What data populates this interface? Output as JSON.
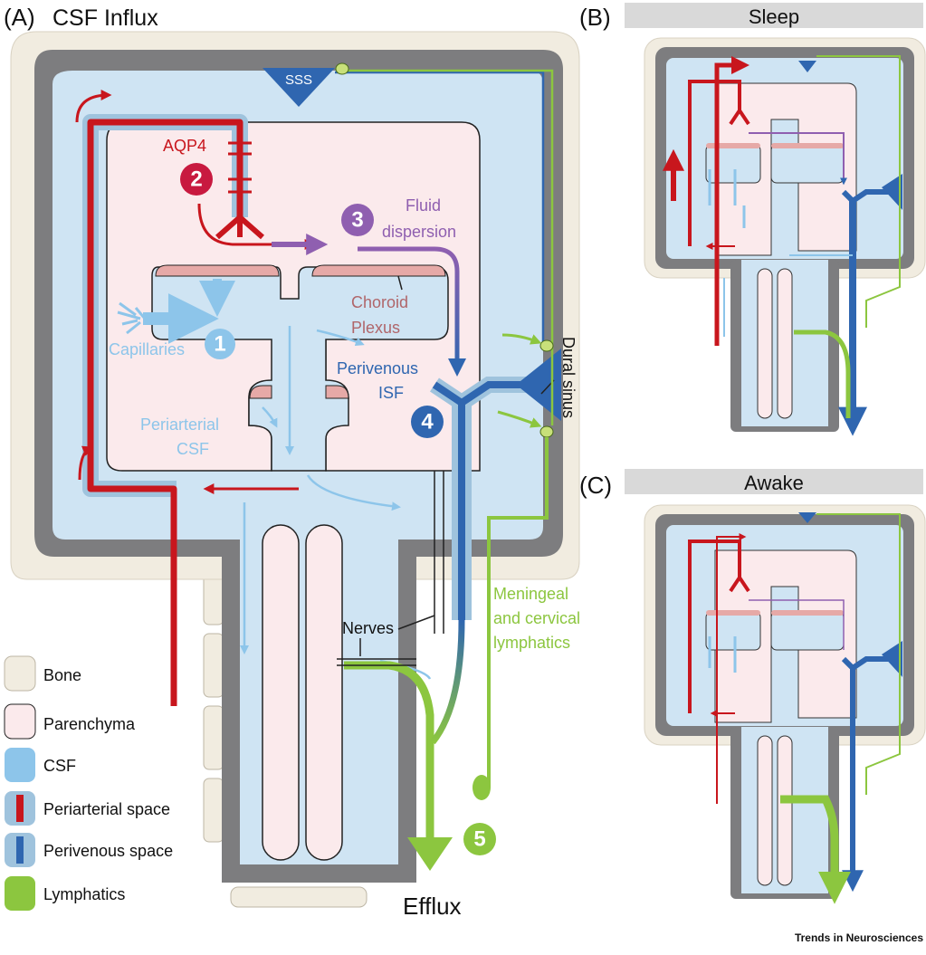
{
  "panels": {
    "a": {
      "letter": "(A)",
      "title": "CSF Influx",
      "bottom_label": "Efflux"
    },
    "b": {
      "letter": "(B)",
      "title": "Sleep"
    },
    "c": {
      "letter": "(C)",
      "title": "Awake"
    }
  },
  "labels": {
    "sss": "SSS",
    "aqp4": "AQP4",
    "fluid_dispersion_1": "Fluid",
    "fluid_dispersion_2": "dispersion",
    "choroid_1": "Choroid",
    "choroid_2": "Plexus",
    "capillaries": "Capillaries",
    "perivenous_1": "Perivenous",
    "perivenous_2": "ISF",
    "periarterial_1": "Periarterial",
    "periarterial_2": "CSF",
    "dural_sinus": "Dural sinus",
    "nerves": "Nerves",
    "lymph_1": "Meningeal",
    "lymph_2": "and cervical",
    "lymph_3": "lymphatics"
  },
  "steps": [
    {
      "number": "1",
      "color": "#8dc5ea"
    },
    {
      "number": "2",
      "color": "#c8193f"
    },
    {
      "number": "3",
      "color": "#8f5fb0"
    },
    {
      "number": "4",
      "color": "#2f66b0"
    },
    {
      "number": "5",
      "color": "#8cc63f"
    }
  ],
  "legend": [
    {
      "label": "Bone",
      "icon": "bone-swatch"
    },
    {
      "label": "Parenchyma",
      "icon": "parenchyma-swatch"
    },
    {
      "label": "CSF",
      "icon": "csf-swatch"
    },
    {
      "label": "Periarterial space",
      "icon": "periarterial-swatch"
    },
    {
      "label": "Perivenous space",
      "icon": "perivenous-swatch"
    },
    {
      "label": "Lymphatics",
      "icon": "lymphatics-swatch"
    }
  ],
  "colors": {
    "bone": "#f1ece0",
    "dura": "#7d7d7f",
    "csf": "#cfe4f3",
    "parenchyma": "#fbeaec",
    "artery": "#c8161d",
    "vein": "#2f66b0",
    "lymph": "#8cc63f",
    "fluid": "#8f5fb0",
    "choroid": "#e6a9a7"
  },
  "credit": "Trends in Neurosciences"
}
